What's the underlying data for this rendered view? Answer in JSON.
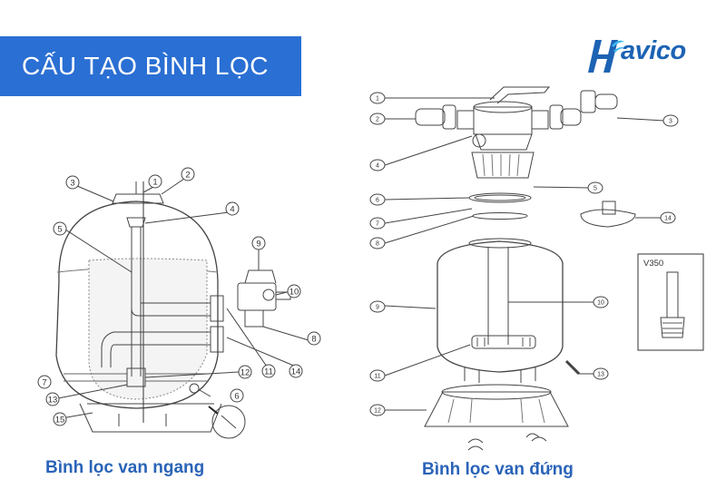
{
  "banner": {
    "title": "CẤU TẠO BÌNH LỌC"
  },
  "logo": {
    "text": "avico"
  },
  "captions": {
    "left": "Bình lọc van ngang",
    "right": "Bình lọc van đứng"
  },
  "left_callouts": [
    "1",
    "2",
    "3",
    "4",
    "5",
    "6",
    "7",
    "8",
    "9",
    "10",
    "11",
    "12",
    "13",
    "14",
    "15"
  ],
  "right_callouts": [
    "1",
    "2",
    "3",
    "4",
    "5",
    "6",
    "7",
    "8",
    "9",
    "10",
    "11",
    "12",
    "13",
    "14"
  ],
  "inset_label": "V350",
  "colors": {
    "banner": "#2a6fd3",
    "brand": "#1d63b4",
    "caption": "#2a63b8",
    "line": "#444444"
  }
}
